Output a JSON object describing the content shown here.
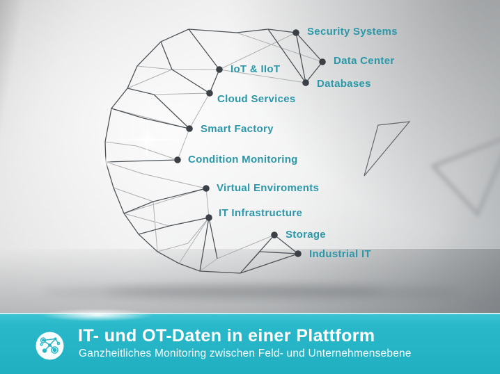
{
  "diagram": {
    "nodes": [
      {
        "label": "Security Systems"
      },
      {
        "label": "Data Center"
      },
      {
        "label": "IoT & IIoT"
      },
      {
        "label": "Databases"
      },
      {
        "label": "Cloud Services"
      },
      {
        "label": "Smart Factory"
      },
      {
        "label": "Condition Monitoring"
      },
      {
        "label": "Virtual Enviroments"
      },
      {
        "label": "IT Infrastructure"
      },
      {
        "label": "Storage"
      },
      {
        "label": "Industrial IT"
      }
    ],
    "label_color": "#2B97A8",
    "node_dot_color": "#3A4045",
    "mesh_line_dark": "#4E5358",
    "mesh_line_light": "#AEB0B2"
  },
  "banner": {
    "title": "IT- und OT-Daten in einer Plattform",
    "subtitle": "Ganzheitliches Monitoring zwischen Feld- und Unternehmensebene",
    "background_color": "#25B4C6",
    "text_color": "#FFFFFF",
    "icon": "network-molecule-icon"
  }
}
